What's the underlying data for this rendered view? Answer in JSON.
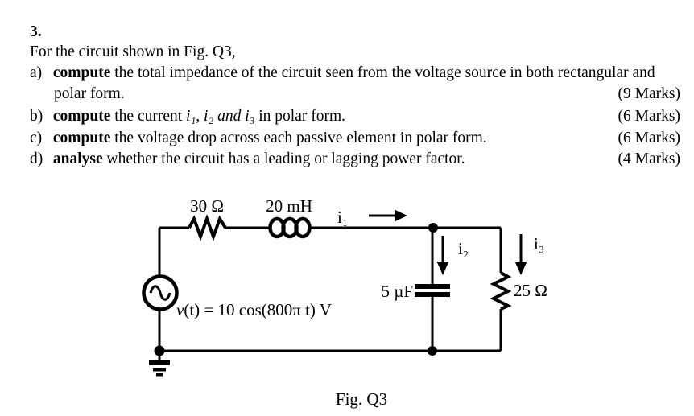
{
  "question": {
    "number": "3.",
    "intro": "For the circuit shown in Fig. Q3,",
    "items": [
      {
        "letter": "a)",
        "verb": "compute",
        "text": "the total impedance of the circuit seen from the voltage source in both rectangular and",
        "cont": "polar form.",
        "marks": "(9 Marks)"
      },
      {
        "letter": "b)",
        "verb": "compute",
        "pre": "the current",
        "math": "i₁, i₂ and i₃",
        "post": " in polar form.",
        "marks": "(6 Marks)"
      },
      {
        "letter": "c)",
        "verb": "compute",
        "text": "the voltage drop across each passive element in polar form.",
        "marks": "(6 Marks)"
      },
      {
        "letter": "d)",
        "verb": "analyse",
        "text": "whether the circuit has a leading or lagging power factor.",
        "marks": "(4 Marks)"
      }
    ]
  },
  "circuit": {
    "series_resistor_label": "30 Ω",
    "inductor_label": "20 mH",
    "capacitor_label": "5 µF",
    "shunt_resistor_label": "25 Ω",
    "current1_label": "i₁",
    "current2_label": "i₂",
    "current3_label": "i₃",
    "source_var": "v",
    "source_rest": "(t) = 10 cos(800π t) V"
  },
  "figure_caption": "Fig. Q3"
}
